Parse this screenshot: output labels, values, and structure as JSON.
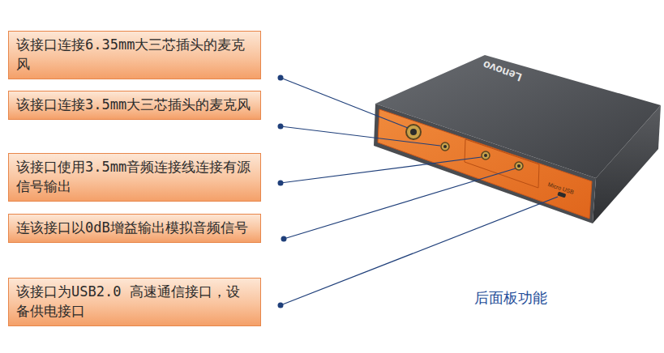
{
  "diagram": {
    "nodes": [
      {
        "text": [
          "该接口连接6.35mm大三芯插头的麦克风"
        ]
      },
      {
        "text": [
          "该接口连接3.5mm大三芯插头的麦克风"
        ]
      },
      {
        "text": [
          "该接口使用3.5mm音频连接线连接有源信号输出"
        ]
      },
      {
        "text": [
          "连该接口以0dB增益输出模拟音频信号"
        ]
      },
      {
        "text": [
          "该接口为USB2.0 高速通信接口，设备供电接口"
        ]
      }
    ],
    "labels": [
      "后面板功能",
      "Lenovo",
      "Micro USB"
    ]
  }
}
